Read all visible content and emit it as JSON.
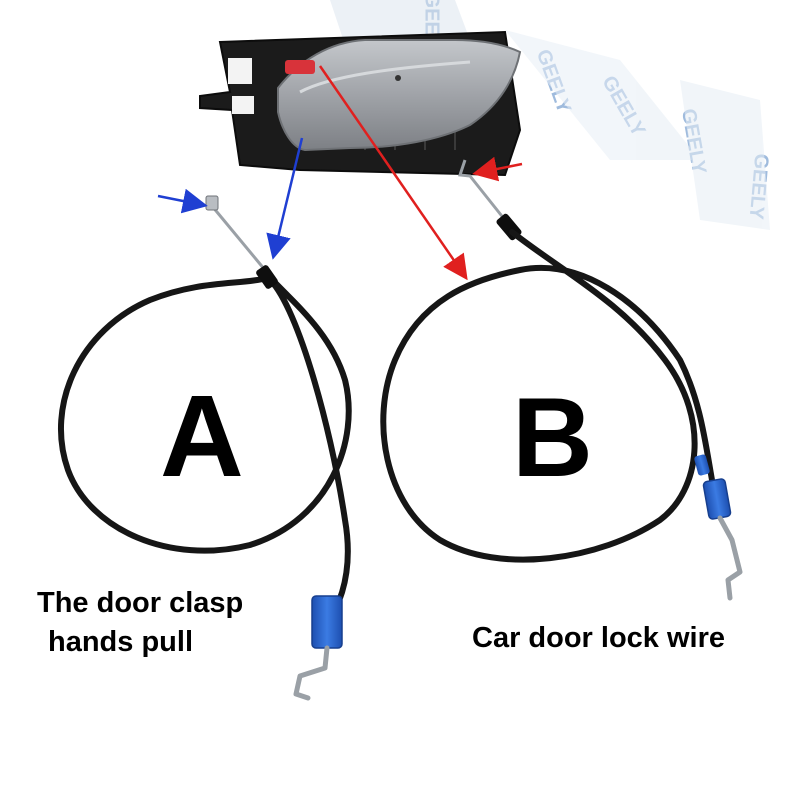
{
  "labels": {
    "letter_a": "A",
    "letter_b": "B",
    "caption_a_line1": "The door clasp",
    "caption_a_line2": "hands pull",
    "caption_b": "Car door lock wire"
  },
  "watermark": "GEELY",
  "colors": {
    "cable": "#161616",
    "handle_silver": "#a3a6aa",
    "bracket_black": "#1b1b1b",
    "connector_blue": "#2c67d1",
    "arrow_blue": "#1f3fd2",
    "arrow_red": "#e0201f",
    "wire_metal": "#9aa0a6"
  },
  "icons": [
    "door-handle-assembly",
    "cable-a",
    "cable-b",
    "blue-arrow",
    "red-arrow",
    "blue-connector",
    "metal-hook"
  ]
}
